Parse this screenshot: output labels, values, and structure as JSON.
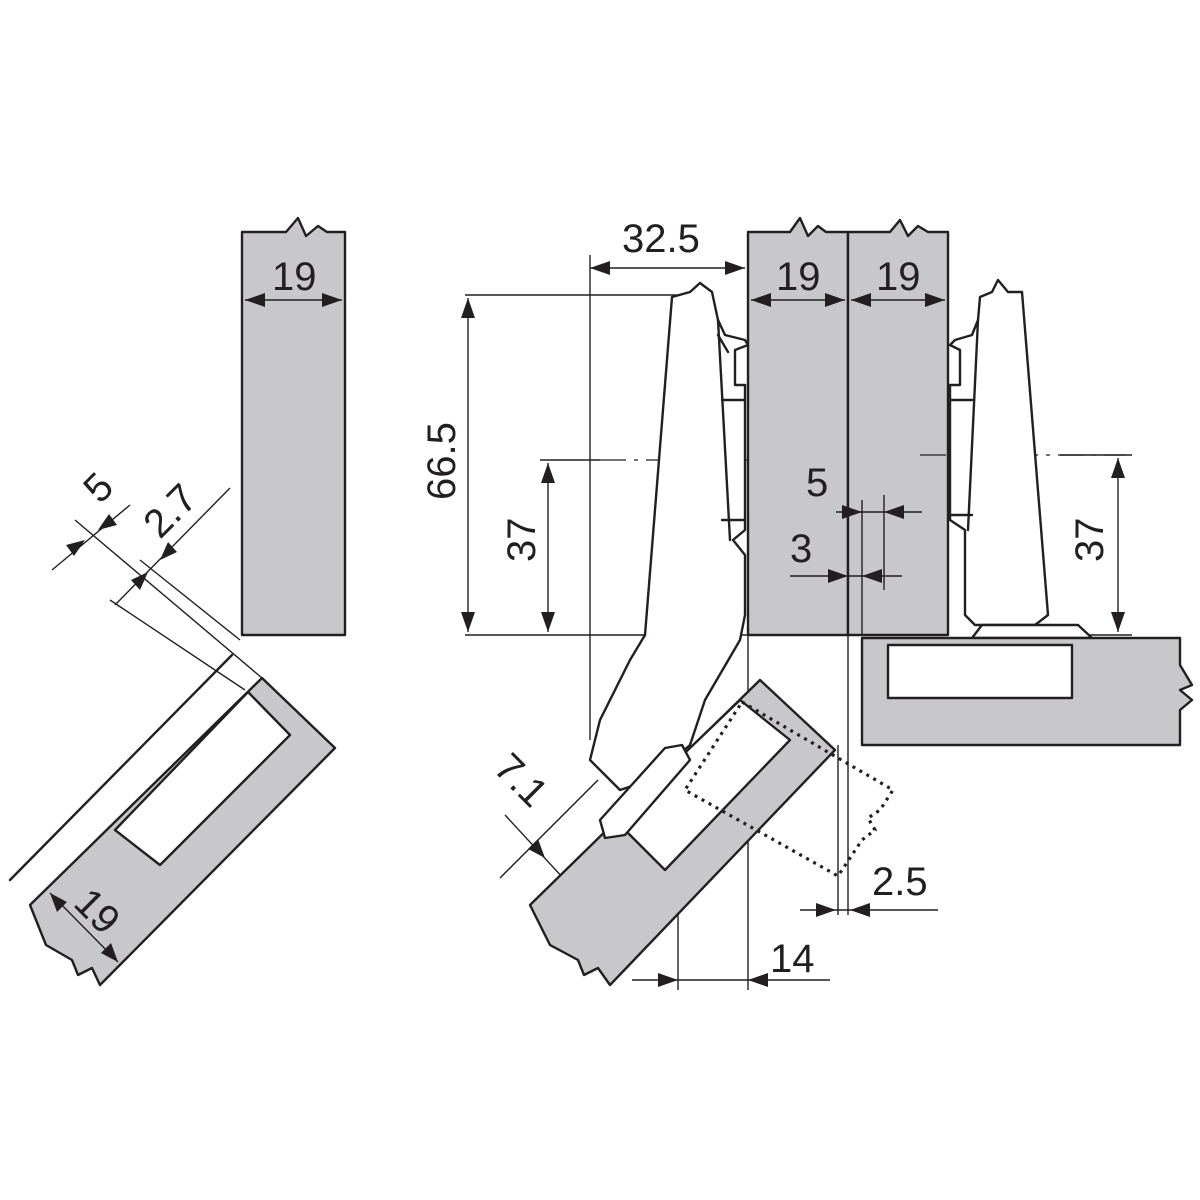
{
  "dimensions": {
    "left_panel_thickness": "19",
    "left_offset_5": "5",
    "left_offset_2_7": "2.7",
    "left_door_thickness": "19",
    "overlay_32_5": "32.5",
    "center_panel_a": "19",
    "center_panel_b": "19",
    "height_66_5": "66.5",
    "height_37_left": "37",
    "height_37_right": "37",
    "gap_5": "5",
    "gap_3": "3",
    "cup_7_1": "7.1",
    "reveal_2_5": "2.5",
    "offset_14": "14"
  },
  "colors": {
    "panel_fill": "#c8c8ca",
    "line": "#231f20",
    "background": "#ffffff"
  }
}
